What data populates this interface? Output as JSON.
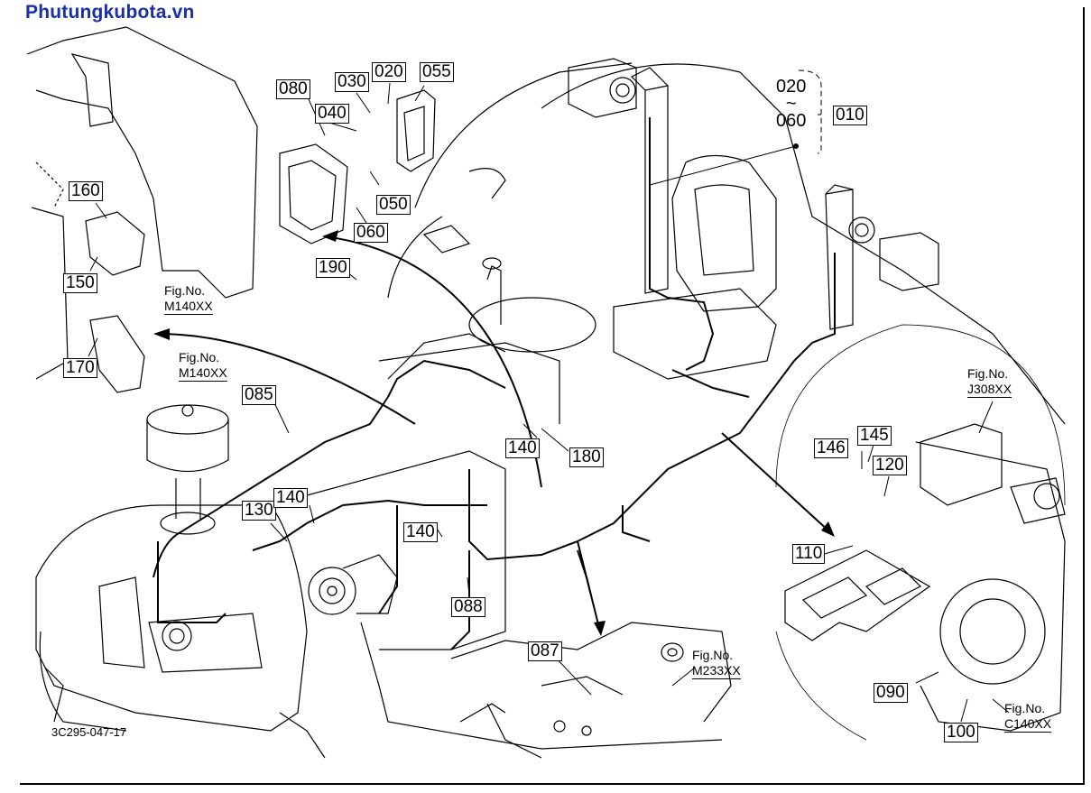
{
  "watermark": "Phutungkubota.vn",
  "drawing_code": "3C295-047-17",
  "range": {
    "from": "020",
    "tilde": "~",
    "to": "060"
  },
  "part_numbers": {
    "p010": "010",
    "p020": "020",
    "p030": "030",
    "p040": "040",
    "p050": "050",
    "p055": "055",
    "p060": "060",
    "p080": "080",
    "p085": "085",
    "p087": "087",
    "p088": "088",
    "p090": "090",
    "p100": "100",
    "p110": "110",
    "p120": "120",
    "p130": "130",
    "p140a": "140",
    "p140b": "140",
    "p140c": "140",
    "p145": "145",
    "p146": "146",
    "p150": "150",
    "p160": "160",
    "p170": "170",
    "p180": "180",
    "p190": "190"
  },
  "figure_refs": {
    "m140_top": {
      "label": "Fig.No.",
      "ref": "M140XX"
    },
    "m140_mid": {
      "label": "Fig.No.",
      "ref": "M140XX"
    },
    "j308": {
      "label": "Fig.No.",
      "ref": "J308XX"
    },
    "m233": {
      "label": "Fig.No.",
      "ref": "M233XX"
    },
    "c140": {
      "label": "Fig.No.",
      "ref": "C140XX"
    }
  }
}
